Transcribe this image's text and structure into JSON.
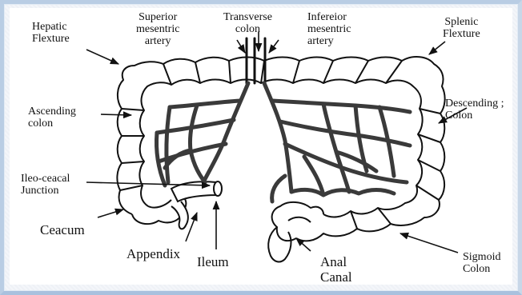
{
  "labels": {
    "hepatic_flexture": [
      "Hepatic",
      "Flexture"
    ],
    "superior_mesentric_artery": [
      "Superior",
      "mesentric",
      "artery"
    ],
    "transverse_colon": [
      "Transverse",
      "colon"
    ],
    "inferior_mesentric_artery": [
      "Infereior",
      "mesentric",
      "artery"
    ],
    "splenic_flexture": [
      "Splenic",
      "Flexture"
    ],
    "ascending_colon": [
      "Ascending",
      "colon"
    ],
    "descending_colon": [
      "Descending ;",
      "Colon"
    ],
    "ileo_ceacal_junction": [
      "Ileo-ceacal",
      "Junction"
    ],
    "ceacum": "Ceacum",
    "appendix": "Appendix",
    "ileum": "Ileum",
    "anal_canal": [
      "Anal",
      "Canal"
    ],
    "sigmoid_colon": [
      "Sigmoid",
      "Colon"
    ]
  },
  "colors": {
    "frame": "#b9cde4",
    "ink": "#111111",
    "vessel": "#3a3a3a",
    "colon_fill": "#ffffff"
  }
}
